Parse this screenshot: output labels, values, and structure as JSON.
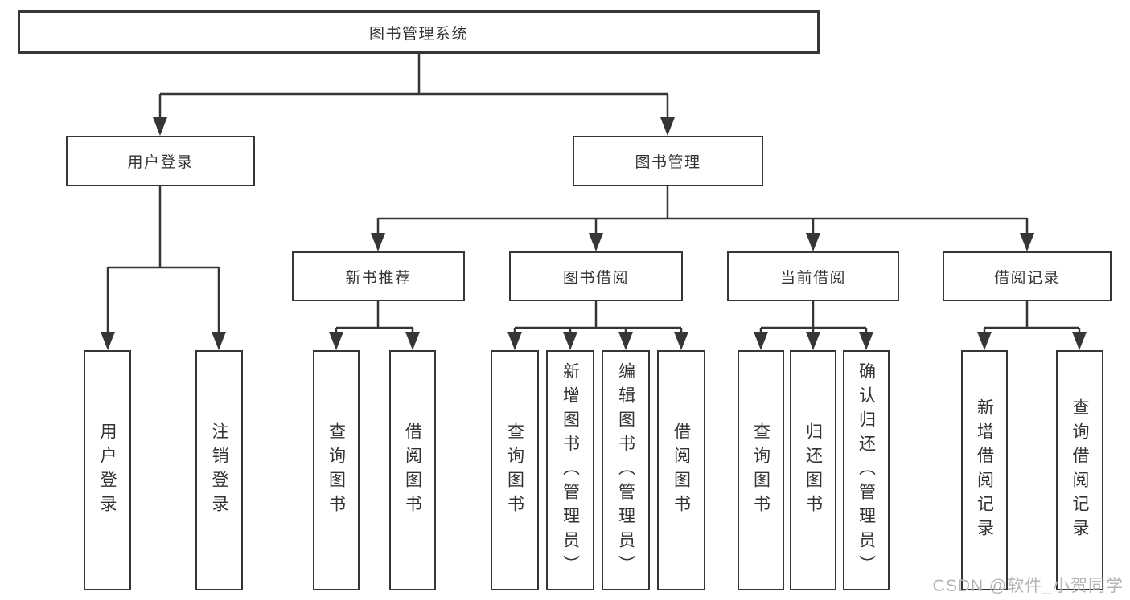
{
  "tree": {
    "root": {
      "label": "图书管理系统",
      "children": [
        {
          "label": "用户登录",
          "children": [
            {
              "label": "用户登录"
            },
            {
              "label": "注销登录"
            }
          ]
        },
        {
          "label": "图书管理",
          "children": [
            {
              "label": "新书推荐",
              "children": [
                {
                  "label": "查询图书"
                },
                {
                  "label": "借阅图书"
                }
              ]
            },
            {
              "label": "图书借阅",
              "children": [
                {
                  "label": "查询图书"
                },
                {
                  "label": "新增图书（管理员）"
                },
                {
                  "label": "编辑图书（管理员）"
                },
                {
                  "label": "借阅图书"
                }
              ]
            },
            {
              "label": "当前借阅",
              "children": [
                {
                  "label": "查询图书"
                },
                {
                  "label": "归还图书"
                },
                {
                  "label": "确认归还（管理员）"
                }
              ]
            },
            {
              "label": "借阅记录",
              "children": [
                {
                  "label": "新增借阅记录"
                },
                {
                  "label": "查询借阅记录"
                }
              ]
            }
          ]
        }
      ]
    }
  },
  "watermark": {
    "text": "CSDN @软件_小贺同学"
  },
  "colors": {
    "line": "#363636",
    "box_border": "#363636",
    "box_fill": "#ffffff",
    "text": "#333333",
    "watermark": "#b5b5b5",
    "background": "#ffffff"
  }
}
